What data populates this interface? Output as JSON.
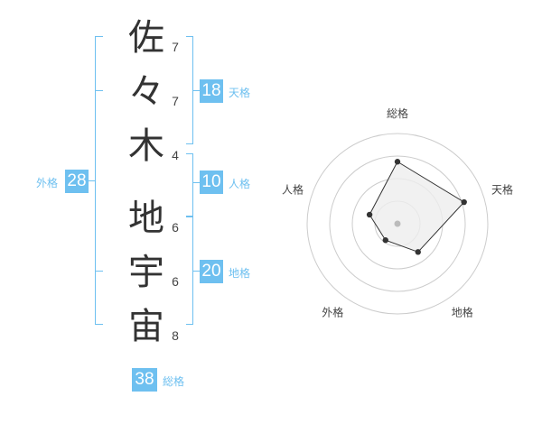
{
  "name": {
    "chars": [
      {
        "char": "佐",
        "strokes": "7"
      },
      {
        "char": "々",
        "strokes": "7"
      },
      {
        "char": "木",
        "strokes": "4"
      },
      {
        "char": "地",
        "strokes": "6"
      },
      {
        "char": "宇",
        "strokes": "6"
      },
      {
        "char": "宙",
        "strokes": "8"
      }
    ]
  },
  "fortune": {
    "tenkaku": {
      "value": "18",
      "label": "天格"
    },
    "jinkaku": {
      "value": "10",
      "label": "人格"
    },
    "chikaku": {
      "value": "20",
      "label": "地格"
    },
    "gaikaku": {
      "value": "28",
      "label": "外格"
    },
    "soukaku": {
      "value": "38",
      "label": "総格"
    }
  },
  "chart_data": {
    "type": "radar",
    "axes": [
      "総格",
      "天格",
      "地格",
      "外格",
      "人格"
    ],
    "rings": 4,
    "values": [
      2.75,
      3.1,
      1.55,
      0.9,
      1.3
    ],
    "max": 4,
    "colors": {
      "ring": "#cccccc",
      "fill": "#eeeeee",
      "line": "#333333",
      "center": "#bbbbbb"
    }
  }
}
